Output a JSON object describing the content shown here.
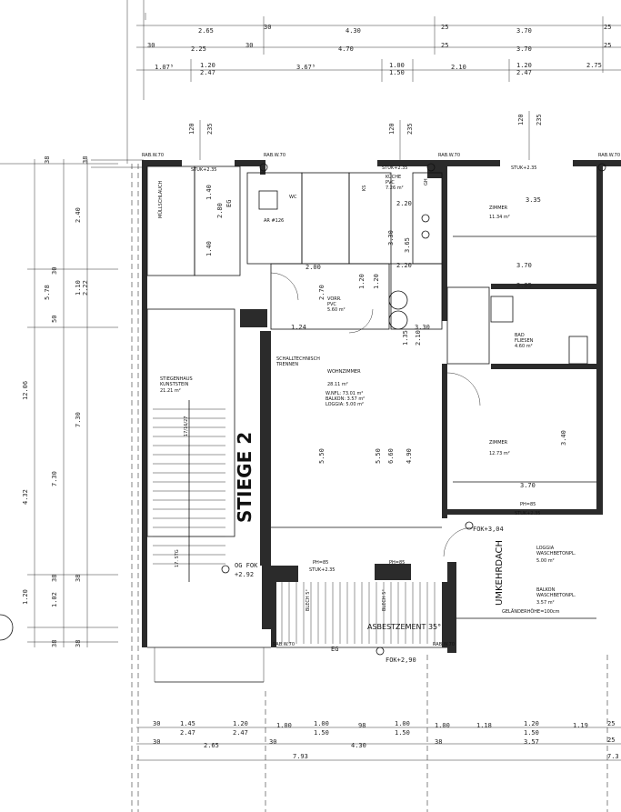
{
  "dimensions": {
    "top_row1": [
      "2.65",
      "30",
      "4.30",
      "25",
      "3.70",
      "25"
    ],
    "top_row2": [
      "30",
      "2.25",
      "30",
      "4.70",
      "25",
      "3.70",
      "25"
    ],
    "top_row3": [
      "1.07⁵",
      "1.20",
      "2.47",
      "3.67⁵",
      "1.00",
      "1.50",
      "2.10",
      "1.20",
      "2.47",
      "2.75"
    ],
    "left_col1": [
      "12.06",
      "4.32",
      "1.20",
      "7.30"
    ],
    "left_col2": [
      "5.78",
      "7.30",
      "1.02",
      "38",
      "38"
    ],
    "left_col3": [
      "38",
      "30",
      "2.40",
      "50",
      "1.10",
      "2.22",
      "38",
      "38",
      "38"
    ],
    "bottom_row1": [
      "30",
      "1.45",
      "2.47",
      "1.20",
      "2.47",
      "1.00",
      "1.00",
      "1.50",
      "98",
      "1.00",
      "1.50",
      "1.00",
      "1.18",
      "1.20",
      "1.50",
      "1.19",
      "25"
    ],
    "bottom_row2": [
      "30",
      "2.65",
      "30",
      "4.30",
      "38",
      "3.57",
      "25"
    ],
    "bottom_row3": [
      "7.93",
      "7.3"
    ],
    "interior": [
      "2.80",
      "1.40",
      "1.40",
      "2.00",
      "2.70",
      "5.50",
      "5.50",
      "6.60",
      "4.90",
      "3.30",
      "3.65",
      "2.20",
      "2.20",
      "3.35",
      "3.70",
      "3.85",
      "3.40",
      "3.70",
      "1.24",
      "1.20",
      "1.20",
      "3.30",
      "1.35",
      "2.10"
    ]
  },
  "rooms": {
    "stiege_big": "STIEGE 2",
    "stiegenhaus": "STIEGENHAUS",
    "kunststein": "KUNSTSTEIN",
    "stiegenhaus_area": "21.21 m²",
    "wohnzimmer": "WOHNZIMMER",
    "wohnzimmer_area": "28.11 m²",
    "wnfl": "W.NFL: 73.01 m²",
    "balkon_sum": "BALKON: 3.57 m²",
    "loggia_sum": "LOGGIA: 5.00 m²",
    "vorr": "VORR.",
    "vorr_floor": "PVC",
    "vorr_area": "5.60 m²",
    "kueche": "KÜCHE",
    "kueche_floor": "PVC",
    "kueche_area": "7.26 m²",
    "zimmer_top": "ZIMMER",
    "zimmer_top_area": "11.34 m²",
    "zimmer": "ZIMMER",
    "zimmer_area": "12.73 m²",
    "bad": "BAD",
    "bad_floor": "FLIESEN",
    "bad_area": "4.60 m²",
    "loggia": "LOGGIA",
    "loggia_floor": "WASCHBETONPL.",
    "loggia_area": "5.00 m²",
    "balkon": "BALKON",
    "balkon_floor": "WASCHBETONPL.",
    "balkon_area": "3.57 m²",
    "gelaender": "GELÄNDERHÖHE=100cm",
    "schall": "SCHALLTECHNISCH",
    "trenn": "TRENNEN",
    "umkehrdach": "UMKEHRDACH",
    "asbestzement": "ASBESTZEMENT 35°",
    "muell": "MÜLLSCHLAUCH",
    "bleche": "BLECH 5°"
  },
  "labels": {
    "eg": "EG",
    "og_fok": "OG FOK",
    "og_fok_val": "+2.92",
    "fok_1": "FOK+2,90",
    "fok_2": "FOK+3,04",
    "stuk_1": "STUK+2.35",
    "stuk_2": "STUK+2.35",
    "stuk_3": "STUK+2.35",
    "stuk_4": "STUK+2.35",
    "stuk_5": "STUK+2.35",
    "rabw": "RAB.W.70",
    "ph85": "PH=85",
    "ar": "AR #126",
    "wc": "WC",
    "ks": "KS",
    "gh": "GH",
    "st": "17/16/27",
    "stg": "17. STG"
  }
}
